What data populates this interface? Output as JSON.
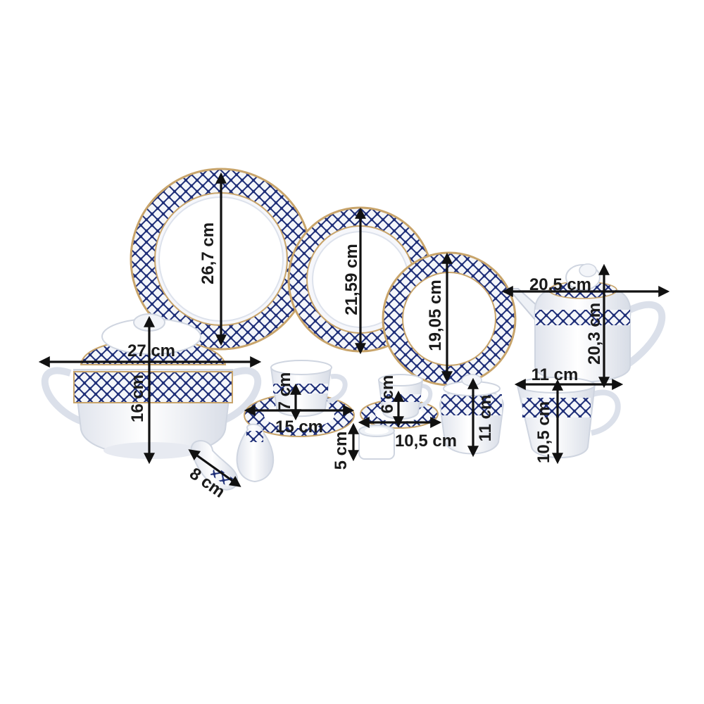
{
  "colors": {
    "porcelain": "#f4f6fa",
    "shadow": "#d3d8e3",
    "cobalt": "#1f2f78",
    "gold": "#c8a46a",
    "annotation": "#111111"
  },
  "labels": {
    "dinner_plate": "26,7 cm",
    "soup_plate": "21,59 cm",
    "dessert_plate": "19,05 cm",
    "tureen_width": "27 cm",
    "tureen_height": "16 cm",
    "cup_height": "7 cm",
    "saucer_width": "15 cm",
    "espresso_cup_height": "6 cm",
    "espresso_saucer_width": "10,5 cm",
    "napkin_ring_height": "5 cm",
    "sugar_bowl_height": "11 cm",
    "teapot_width": "20,5 cm",
    "teapot_height": "20,3 cm",
    "creamer_width": "11 cm",
    "creamer_height": "10,5 cm",
    "shaker_height": "8 cm"
  }
}
